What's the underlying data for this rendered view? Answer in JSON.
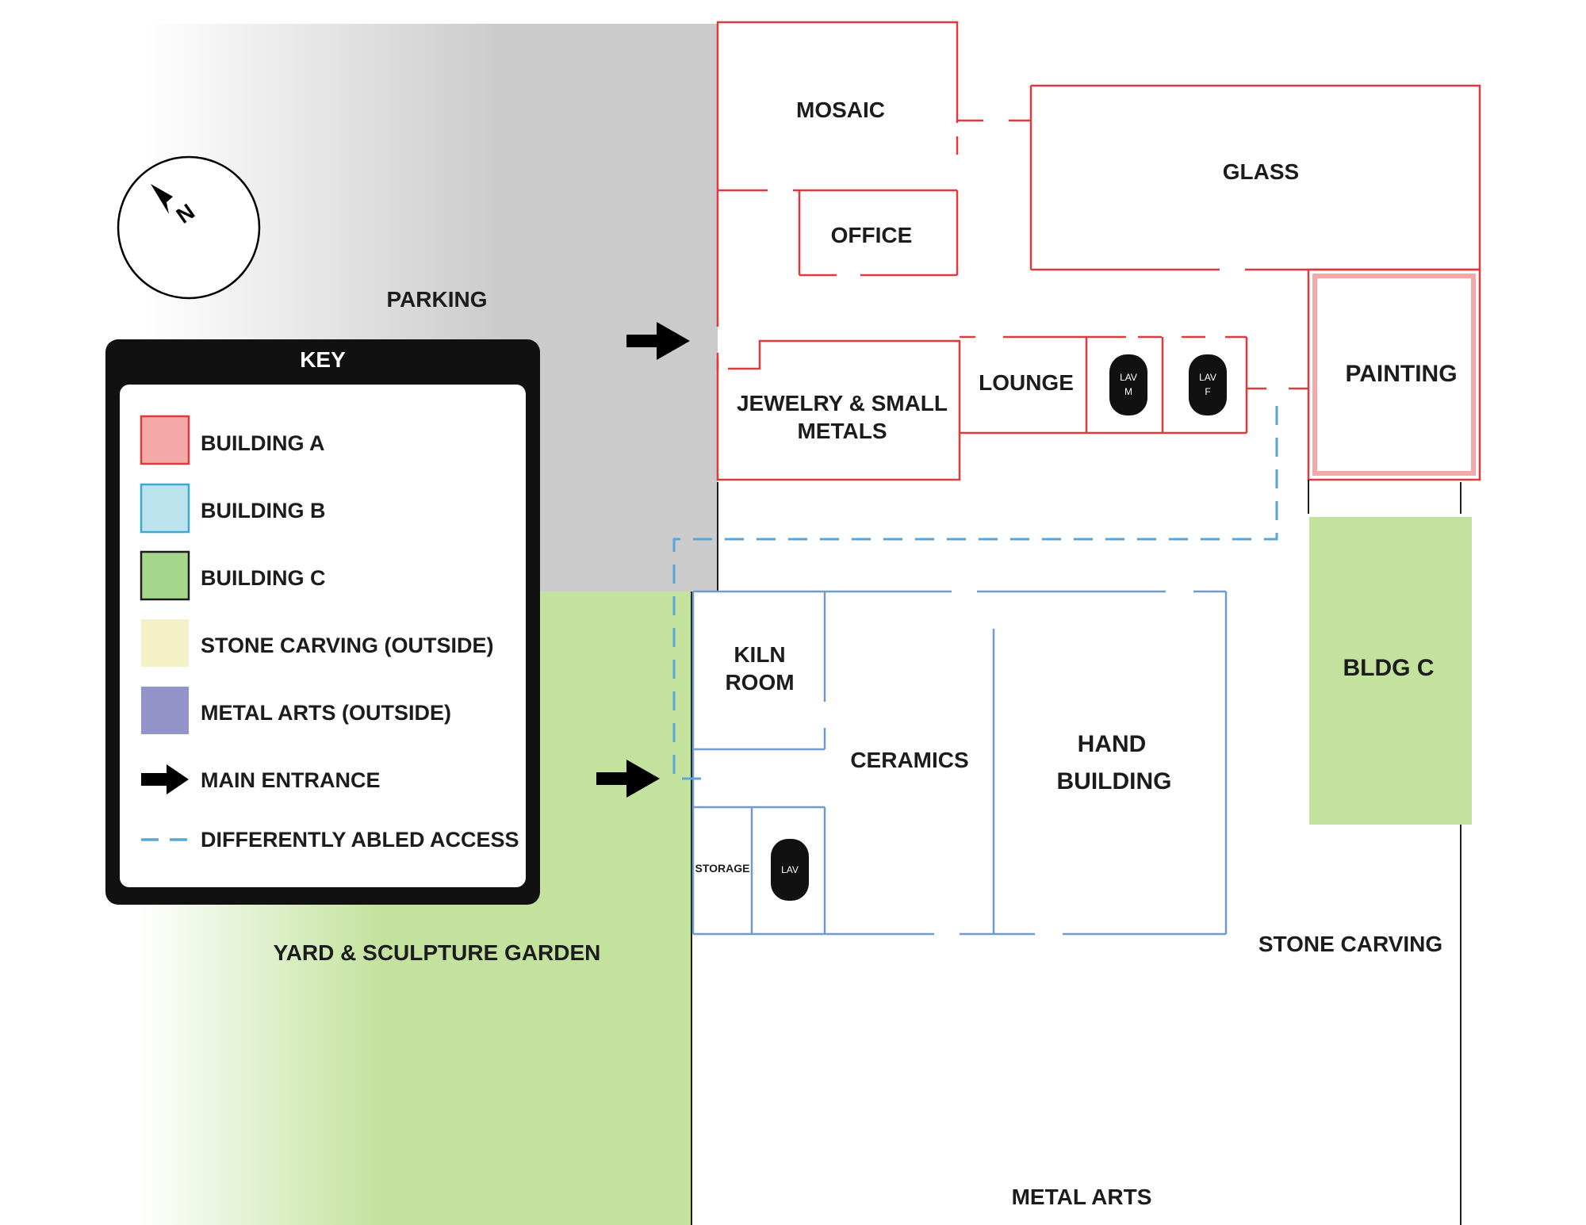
{
  "areas": {
    "parking": "PARKING",
    "yard": "YARD & SCULPTURE GARDEN",
    "stone_carving": "STONE CARVING",
    "metal_arts": "METAL ARTS"
  },
  "building_a": {
    "mosaic": "MOSAIC",
    "office": "OFFICE",
    "glass": "GLASS",
    "jewelry_line1": "JEWELRY & SMALL",
    "jewelry_line2": "METALS",
    "lounge": "LOUNGE",
    "lav_m_line1": "LAV",
    "lav_m_line2": "M",
    "lav_f_line1": "LAV",
    "lav_f_line2": "F",
    "painting": "PAINTING"
  },
  "building_b": {
    "kiln_line1": "KILN",
    "kiln_line2": "ROOM",
    "ceramics": "CERAMICS",
    "hand_line1": "HAND",
    "hand_line2": "BUILDING",
    "storage": "STORAGE",
    "lav": "LAV"
  },
  "building_c": {
    "label": "BLDG C"
  },
  "key": {
    "title": "KEY",
    "items": [
      {
        "label": "BUILDING A",
        "swatch": "#f4a9a8",
        "border": "#e03a3e"
      },
      {
        "label": "BUILDING B",
        "swatch": "#bde3ee",
        "border": "#3aa8d8"
      },
      {
        "label": "BUILDING C",
        "swatch": "#a6d68b",
        "border": "#1c1c1c"
      },
      {
        "label": "STONE CARVING (OUTSIDE)",
        "swatch": "#f5f1c6",
        "border": ""
      },
      {
        "label": "METAL ARTS (OUTSIDE)",
        "swatch": "#9393c9",
        "border": ""
      },
      {
        "label": "MAIN ENTRANCE",
        "symbol": "arrow"
      },
      {
        "label": "DIFFERENTLY ABLED ACCESS",
        "symbol": "dash"
      }
    ]
  },
  "colors": {
    "building_a_wall": "#e03a3e",
    "building_b_wall": "#6f9bd1",
    "access_path": "#5aa6d6",
    "building_c_fill": "#c3e29e",
    "parking_gray": "#cbcbcb",
    "yard_green": "#c3e29e"
  },
  "icons": {
    "compass": "north-compass-icon",
    "entrance": "arrow-right-icon"
  }
}
